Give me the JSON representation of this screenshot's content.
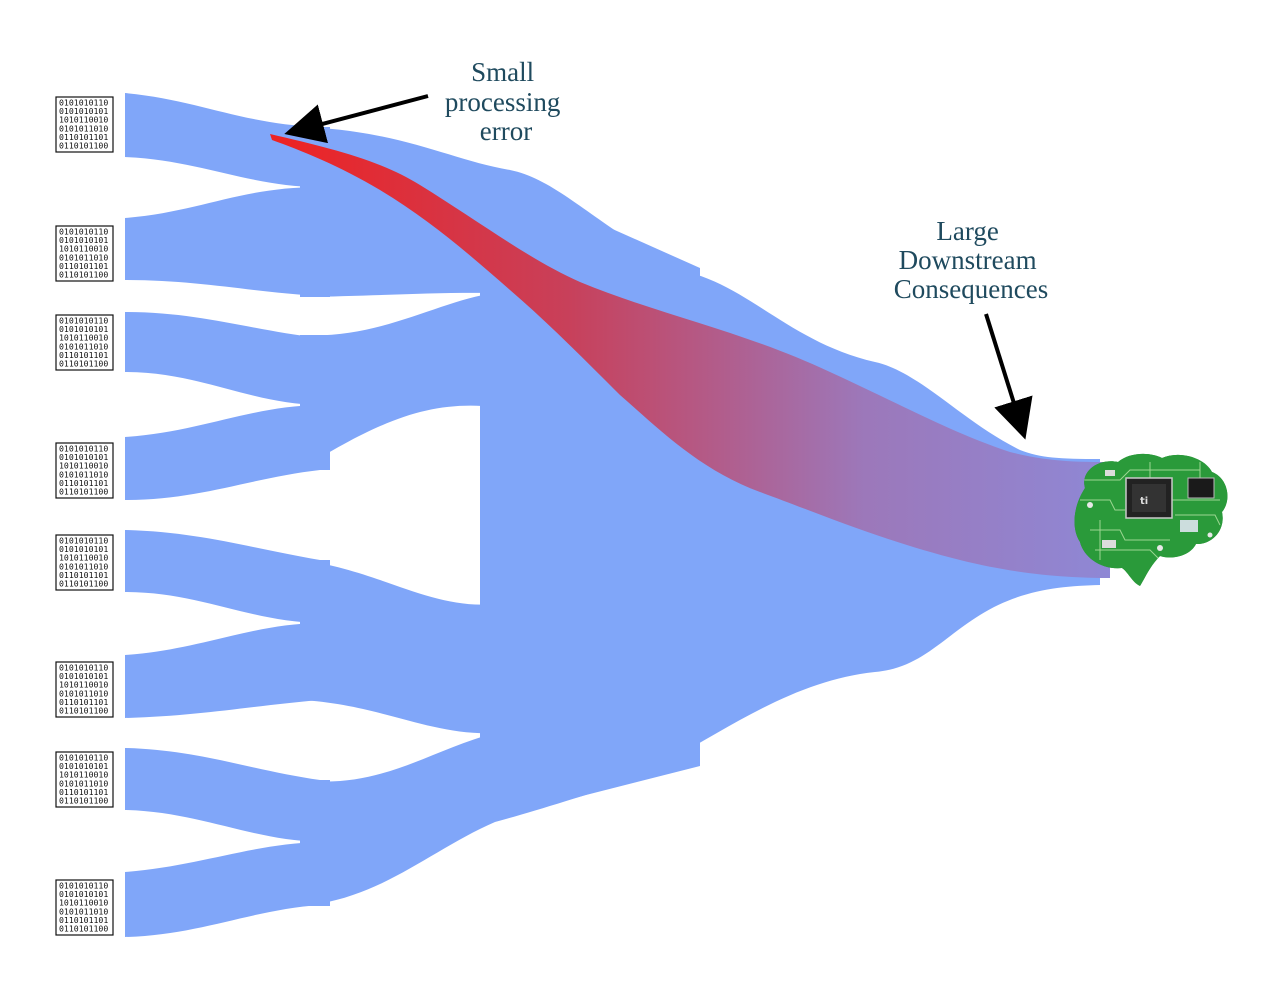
{
  "annotations": {
    "error": [
      "Small",
      "processing",
      "error"
    ],
    "consequence": [
      "Large",
      "Downstream",
      "Consequences"
    ]
  },
  "binary_block_lines": [
    "0101010110",
    "0101010101",
    "1010110010",
    "0101011010",
    "0110101101",
    "0110101100"
  ],
  "colors": {
    "stream": "#80a6f9",
    "error_start": "#ee2222",
    "error_end": "#8c86d4",
    "text": "#1f4a5e",
    "chip_board": "#1f8a2e"
  },
  "icons": [
    "binary-data-icon",
    "circuit-brain-icon",
    "arrow-icon"
  ]
}
